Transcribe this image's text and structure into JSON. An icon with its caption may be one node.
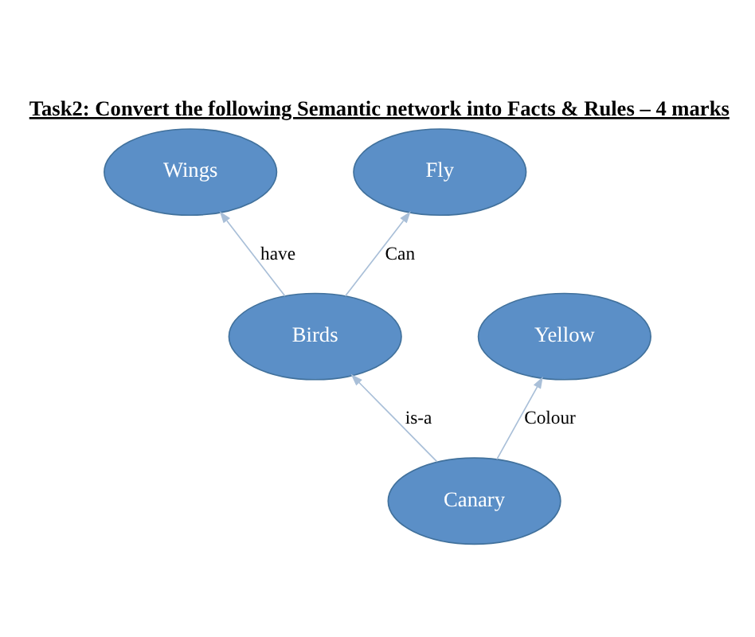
{
  "diagram": {
    "title": "Task2: Convert the following Semantic network into Facts & Rules – 4 marks",
    "nodes": [
      {
        "text": [
          "Wings"
        ]
      },
      {
        "text": [
          "Fly"
        ]
      },
      {
        "text": [
          "Birds"
        ]
      },
      {
        "text": [
          "Yellow"
        ]
      },
      {
        "text": [
          "Canary"
        ]
      }
    ],
    "edges": [
      {
        "from": 2,
        "to": 0,
        "arrow": "to",
        "label": "have"
      },
      {
        "from": 2,
        "to": 1,
        "arrow": "to",
        "label": "Can"
      },
      {
        "from": 4,
        "to": 2,
        "arrow": "to",
        "label": "is-a"
      },
      {
        "from": 4,
        "to": 3,
        "arrow": "to",
        "label": "Colour"
      }
    ]
  }
}
